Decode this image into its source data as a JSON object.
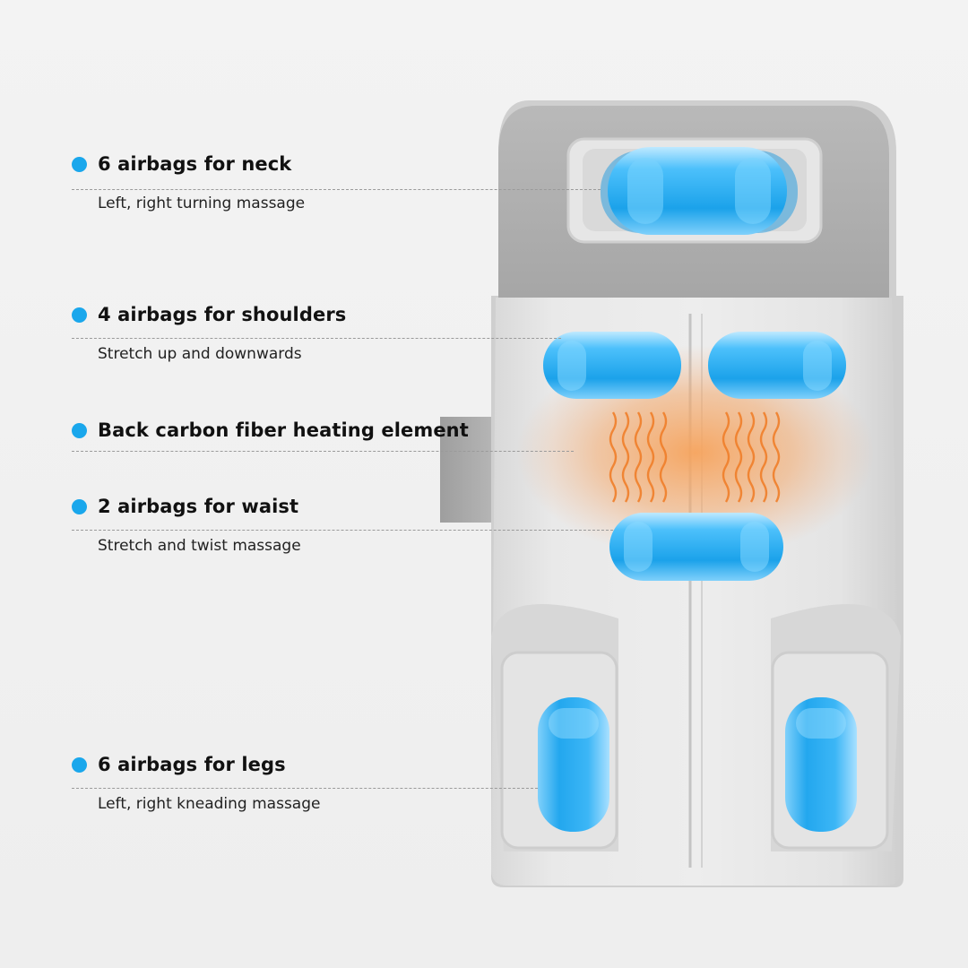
{
  "colors": {
    "bullet": "#1aa7ec",
    "airbag": "#2aa8ee",
    "heat": "#f08a3a",
    "title": "#111111",
    "text": "#222222"
  },
  "features": [
    {
      "title": "6 airbags for neck",
      "desc": "Left, right turning massage"
    },
    {
      "title": "4 airbags for shoulders",
      "desc": "Stretch up and downwards"
    },
    {
      "title": "Back carbon fiber heating element",
      "desc": ""
    },
    {
      "title": "2 airbags for waist",
      "desc": "Stretch and twist massage"
    },
    {
      "title": "6 airbags for legs",
      "desc": "Left, right kneading massage"
    }
  ]
}
